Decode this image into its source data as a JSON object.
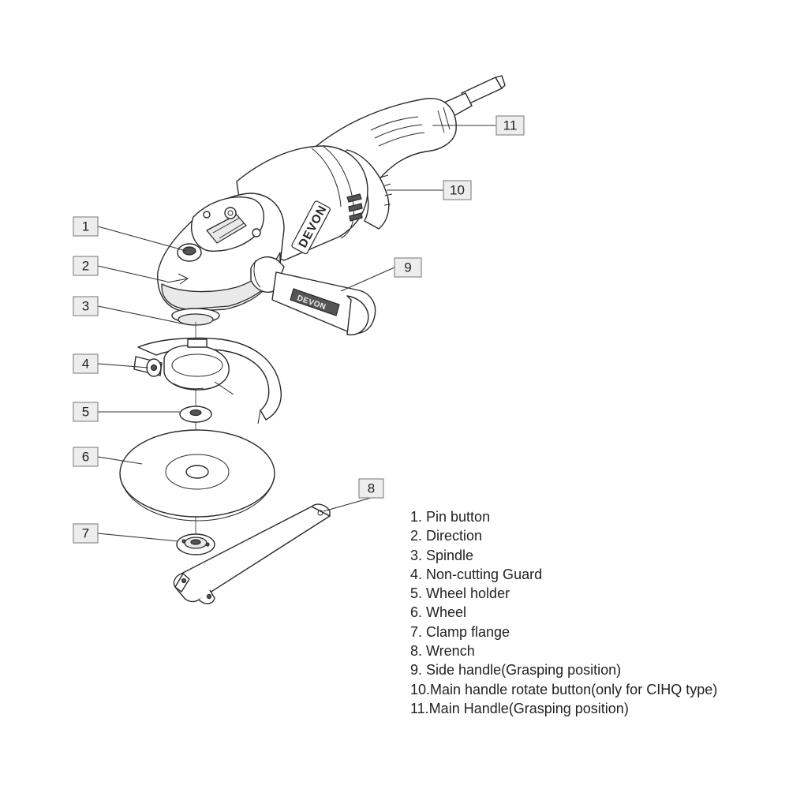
{
  "callouts": [
    "1",
    "2",
    "3",
    "4",
    "5",
    "6",
    "7",
    "8",
    "9",
    "10",
    "11"
  ],
  "brand_text": "DEVON",
  "legend": [
    "1. Pin button",
    "2. Direction",
    "3. Spindle",
    "4. Non-cutting Guard",
    "5. Wheel holder",
    "6. Wheel",
    "7. Clamp flange",
    "8. Wrench",
    "9. Side handle(Grasping position)",
    "10.Main handle rotate button(only for CIHQ type)",
    "11.Main Handle(Grasping position)"
  ]
}
